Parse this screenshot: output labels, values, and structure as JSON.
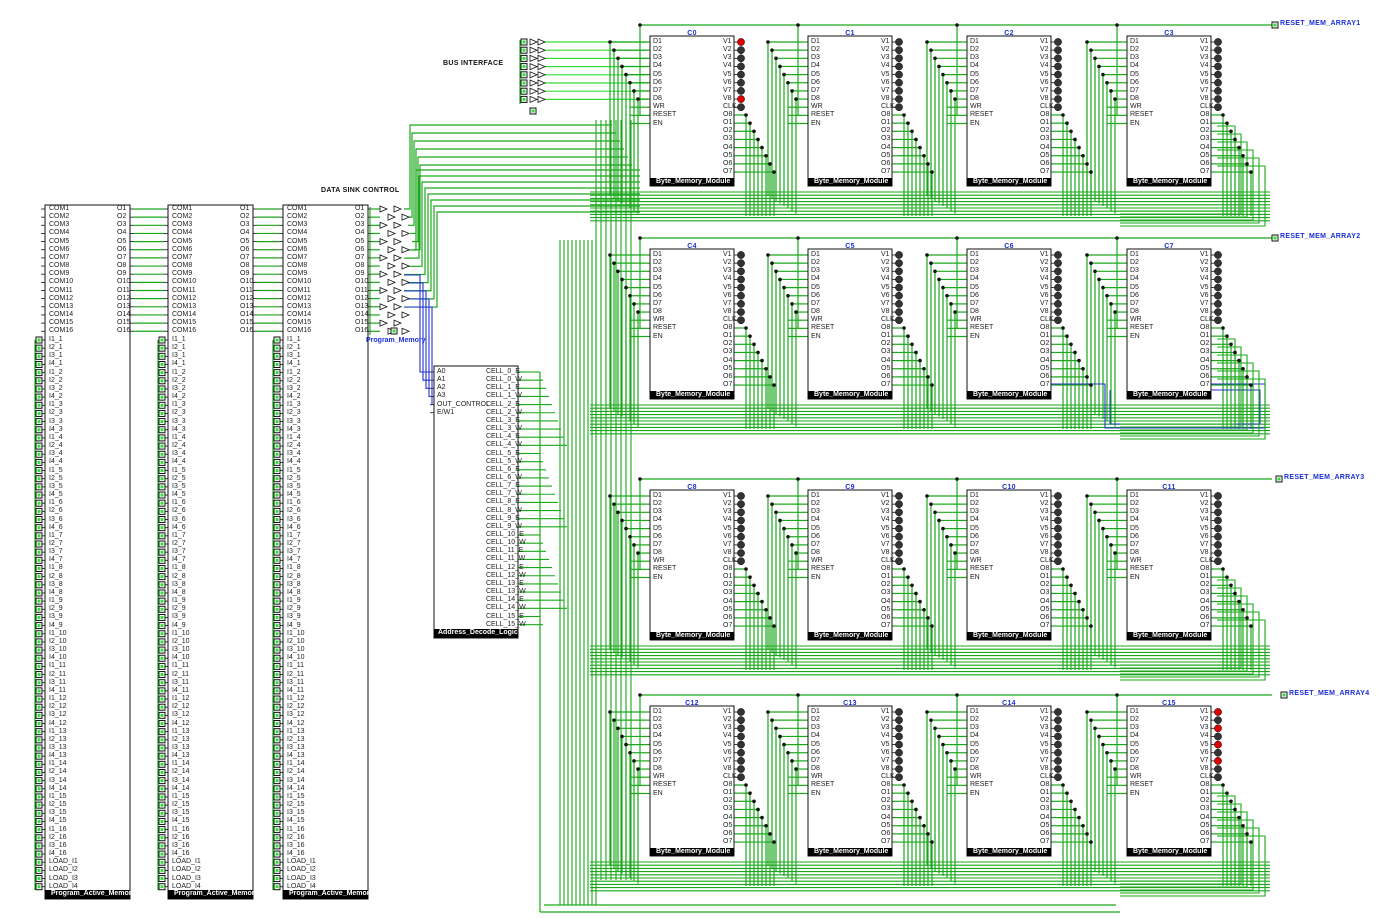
{
  "labels": {
    "bus_interface": "BUS INTERFACE",
    "data_sink_control": "DATA SINK CONTROL",
    "program_memory": "Program_Memory",
    "address_decode_logic": "Address_Decode_Logic",
    "byte_memory_module": "Byte_Memory_Module",
    "program_active_memory": "Program_Active_Memor...",
    "reset_array": [
      "RESET_MEM_ARRAY1",
      "RESET_MEM_ARRAY2",
      "RESET_MEM_ARRAY3",
      "RESET_MEM_ARRAY4"
    ]
  },
  "cells": [
    "C0",
    "C1",
    "C2",
    "C3",
    "C4",
    "C5",
    "C6",
    "C7",
    "C8",
    "C9",
    "C10",
    "C11",
    "C12",
    "C13",
    "C14",
    "C15"
  ],
  "byte_module_pins": {
    "left": [
      "D1",
      "D2",
      "D3",
      "D4",
      "D5",
      "D6",
      "D7",
      "D8",
      "WR",
      "RESET",
      "EN"
    ],
    "right_top": [
      "V1",
      "V2",
      "V3",
      "V4",
      "V5",
      "V6",
      "V7",
      "V8",
      "CLK"
    ],
    "right_bottom": [
      "O8",
      "O1",
      "O2",
      "O3",
      "O4",
      "O5",
      "O6",
      "O7"
    ]
  },
  "program_memory_pins": {
    "com": [
      "COM1",
      "COM2",
      "COM3",
      "COM4",
      "COM5",
      "COM6",
      "COM7",
      "COM8",
      "COM9",
      "COM10",
      "COM11",
      "COM12",
      "COM13",
      "COM14",
      "COM15",
      "COM16"
    ],
    "out": [
      "O1",
      "O2",
      "O3",
      "O4",
      "O5",
      "O6",
      "O7",
      "O8",
      "O9",
      "O10",
      "O11",
      "O12",
      "O13",
      "O14",
      "O15",
      "O16"
    ],
    "inputs": [
      "I1_1",
      "I2_1",
      "I3_1",
      "I4_1",
      "I1_2",
      "I2_2",
      "I3_2",
      "I4_2",
      "I1_3",
      "I2_3",
      "I3_3",
      "I4_3",
      "I1_4",
      "I2_4",
      "I3_4",
      "I4_4",
      "I1_5",
      "I2_5",
      "I3_5",
      "I4_5",
      "I1_6",
      "I2_6",
      "I3_6",
      "I4_6",
      "I1_7",
      "I2_7",
      "I3_7",
      "I4_7",
      "I1_8",
      "I2_8",
      "I3_8",
      "I4_8",
      "I1_9",
      "I2_9",
      "I3_9",
      "I4_9",
      "I1_10",
      "I2_10",
      "I3_10",
      "I4_10",
      "I1_11",
      "I2_11",
      "I3_11",
      "I4_11",
      "I1_12",
      "I2_12",
      "I3_12",
      "I4_12",
      "I1_13",
      "I2_13",
      "I3_13",
      "I4_13",
      "I1_14",
      "I2_14",
      "I3_14",
      "I4_14",
      "I1_15",
      "I2_15",
      "I3_15",
      "I4_15",
      "I1_16",
      "I2_16",
      "I3_16",
      "I4_16",
      "LOAD_I1",
      "LOAD_I2",
      "LOAD_I3",
      "LOAD_I4"
    ]
  },
  "decoder_pins": {
    "inputs": [
      "A0",
      "A1",
      "A2",
      "A3",
      "OUT_CONTROL",
      "E/W1"
    ],
    "outputs": [
      "CELL_0_E",
      "CELL_0_W",
      "CELL_1_E",
      "CELL_1_W",
      "CELL_2_E",
      "CELL_2_W",
      "CELL_3_E",
      "CELL_3_W",
      "CELL_4_E",
      "CELL_4_W",
      "CELL_5_E",
      "CELL_5_W",
      "CELL_6_E",
      "CELL_6_W",
      "CELL_7_E",
      "CELL_7_W",
      "CELL_8_E",
      "CELL_8_W",
      "CELL_9_E",
      "CELL_9_W",
      "CELL_10_E",
      "CELL_10_W",
      "CELL_11_E",
      "CELL_11_W",
      "CELL_12_E",
      "CELL_12_W",
      "CELL_13_E",
      "CELL_13_W",
      "CELL_14_E",
      "CELL_14_W",
      "CELL_15_E",
      "CELL_15_W"
    ]
  },
  "led_states": {
    "C0": [
      "on",
      "off",
      "off",
      "off",
      "off",
      "off",
      "off",
      "on",
      "off"
    ],
    "C15": [
      "on",
      "off",
      "on",
      "off",
      "on",
      "off",
      "on",
      "off",
      "off"
    ]
  },
  "colors": {
    "wire": "#1aa81a",
    "wire_bright": "#33dd33",
    "wire_blue": "#2233cc",
    "led_on": "#e00000",
    "led_off": "#333333",
    "module_label_bg": "#000000",
    "reset_text": "#1a2fd6"
  }
}
